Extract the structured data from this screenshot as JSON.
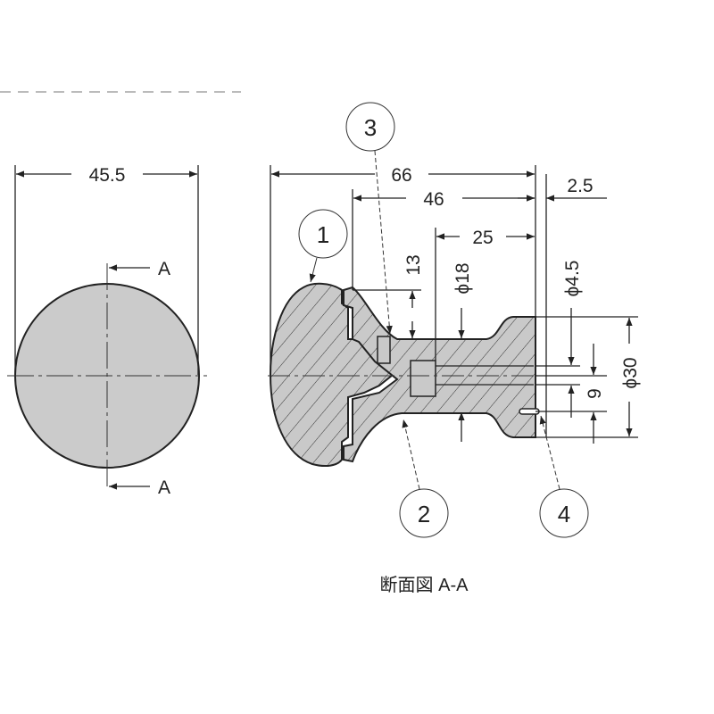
{
  "front_view": {
    "width_dim": "45.5",
    "section_mark_top": "A",
    "section_mark_bottom": "A"
  },
  "section_view": {
    "dims": {
      "overall": "66",
      "shaft_length": "46",
      "neck_length": "25",
      "offset": "2.5",
      "flange": "13",
      "neck_dia": "ϕ18",
      "hole_dia": "ϕ4.5",
      "hole_offset": "9",
      "base_dia": "ϕ30"
    },
    "callouts": [
      "1",
      "2",
      "3",
      "4"
    ],
    "caption": "断面図 A-A"
  },
  "colors": {
    "fill": "#c9c9c9",
    "line": "#222222"
  }
}
